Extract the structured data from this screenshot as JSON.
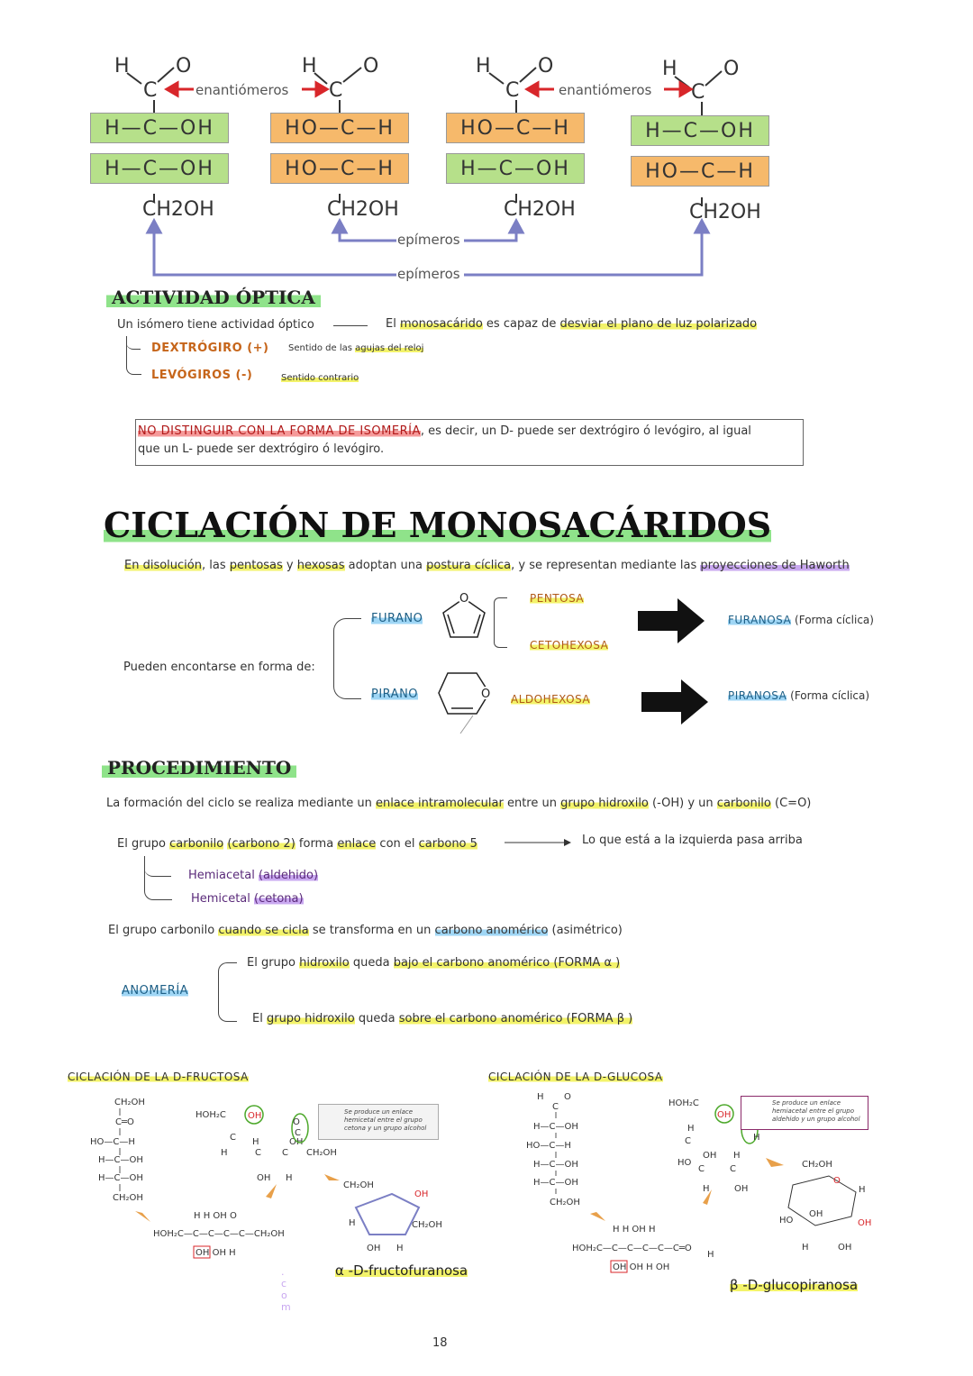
{
  "top_diagram": {
    "enantiomers_label": "enantiómeros",
    "epimers_label": "epímeros",
    "top_atoms": [
      "H",
      "C",
      "O"
    ],
    "rows_left": [
      "H—C—OH",
      "H—C—OH"
    ],
    "rows_2": [
      "HO—C—H",
      "HO—C—H"
    ],
    "rows_3": [
      "HO—C—H",
      "H—C—OH"
    ],
    "rows_4": [
      "H—C—OH",
      "HO—C—H"
    ],
    "bottom_label": "CH2OH"
  },
  "actividad_optica": {
    "heading": "ACTIVIDAD ÓPTICA",
    "intro_left": "Un isómero tiene actividad óptico",
    "intro_right_pre": "El ",
    "intro_right_hl1": "monosacárido",
    "intro_right_mid": " es capaz de ",
    "intro_right_hl2": "desviar el plano de luz polarizado",
    "dextro": "DEXTRÓGIRO (+)",
    "dextro_note_pre": "Sentido de las ",
    "dextro_note_hl": "agujas del reloj",
    "levo": "LEVÓGIROS (-)",
    "levo_note": "Sentido contrario",
    "box_hl": "NO DISTINGUIR CON LA FORMA DE ISOMERÍA",
    "box_rest1": ", es decir, un D- puede ser dextrógiro ó levógiro, al igual",
    "box_rest2": "que un L- puede ser dextrógiro ó levógiro."
  },
  "ciclacion": {
    "heading": "CICLACIÓN DE MONOSACÁRIDOS",
    "intro_hl1": "En disolución",
    "intro_t1": ", las ",
    "intro_hl2": "pentosas",
    "intro_t2": " y ",
    "intro_hl3": "hexosas",
    "intro_t3": " adoptan una ",
    "intro_hl4": "postura cíclica",
    "intro_t4": ", y se representan mediante las ",
    "intro_hl5": "proyecciones de Haworth",
    "pueden": "Pueden encontarse en forma de:",
    "furano": "FURANO",
    "pirano": "PIRANO",
    "pentosa": "PENTOSA",
    "cetohexosa": "CETOHEXOSA",
    "aldohexosa": "ALDOHEXOSA",
    "furanosa": "FURANOSA",
    "furanosa_note": "(Forma cíclica)",
    "piranosa": "PIRANOSA",
    "piranosa_note": "(Forma cíclica)",
    "ring_atom": "O"
  },
  "procedimiento": {
    "heading": "PROCEDIMIENTO",
    "line1_t1": "La formación del ciclo se realiza mediante un ",
    "line1_hl1": "enlace intramolecular",
    "line1_t2": " entre un ",
    "line1_hl2": "grupo hidroxilo",
    "line1_t3": " (-OH) y un ",
    "line1_hl3": "carbonilo",
    "line1_t4": " (C=O)",
    "line2_t1": "El grupo ",
    "line2_hl1": "carbonilo",
    "line2_t2": " ",
    "line2_hl2": "(carbono 2)",
    "line2_t3": " forma ",
    "line2_hl3": "enlace",
    "line2_t4": " con el ",
    "line2_hl4": "carbono 5",
    "line2_right": "Lo que está a la izquierda pasa arriba",
    "hemiacetal_hl": "Hemiacetal",
    "hemiacetal_p": "(aldehido)",
    "hemicetal_hl": "Hemicetal",
    "hemicetal_p": "(cetona)",
    "line3_t1": "El grupo carbonilo ",
    "line3_hl1": "cuando se cicla",
    "line3_t2": " se transforma en un ",
    "line3_hl2": "carbono anomérico",
    "line3_t3": " (asimétrico)",
    "anomeria": "ANOMERÍA",
    "alpha_t1": "El grupo ",
    "alpha_hl1": "hidroxilo",
    "alpha_t2": " queda ",
    "alpha_hl2": "bajo el carbono anomérico",
    "alpha_t3": " (FORMA α )",
    "beta_t1": "El ",
    "beta_hl1": "grupo hidroxilo",
    "beta_t2": " queda ",
    "beta_hl2": "sobre el carbono anomérico",
    "beta_t3": " (FORMA β )"
  },
  "fructosa": {
    "heading": "CICLACIÓN DE LA D-FRUCTOSA",
    "callout": "Se produce un enlace hemicetal entre el grupo cetona y un grupo alcohol",
    "result": "α -D-fructofuranosa"
  },
  "glucosa": {
    "heading": "CICLACIÓN DE LA D-GLUCOSA",
    "callout": "Se produce un enlace hemiacetal entre el grupo aldehido y un grupo alcohol",
    "result": "β -D-glucopiranosa"
  },
  "watermark": ". c o m",
  "page_number": "18"
}
